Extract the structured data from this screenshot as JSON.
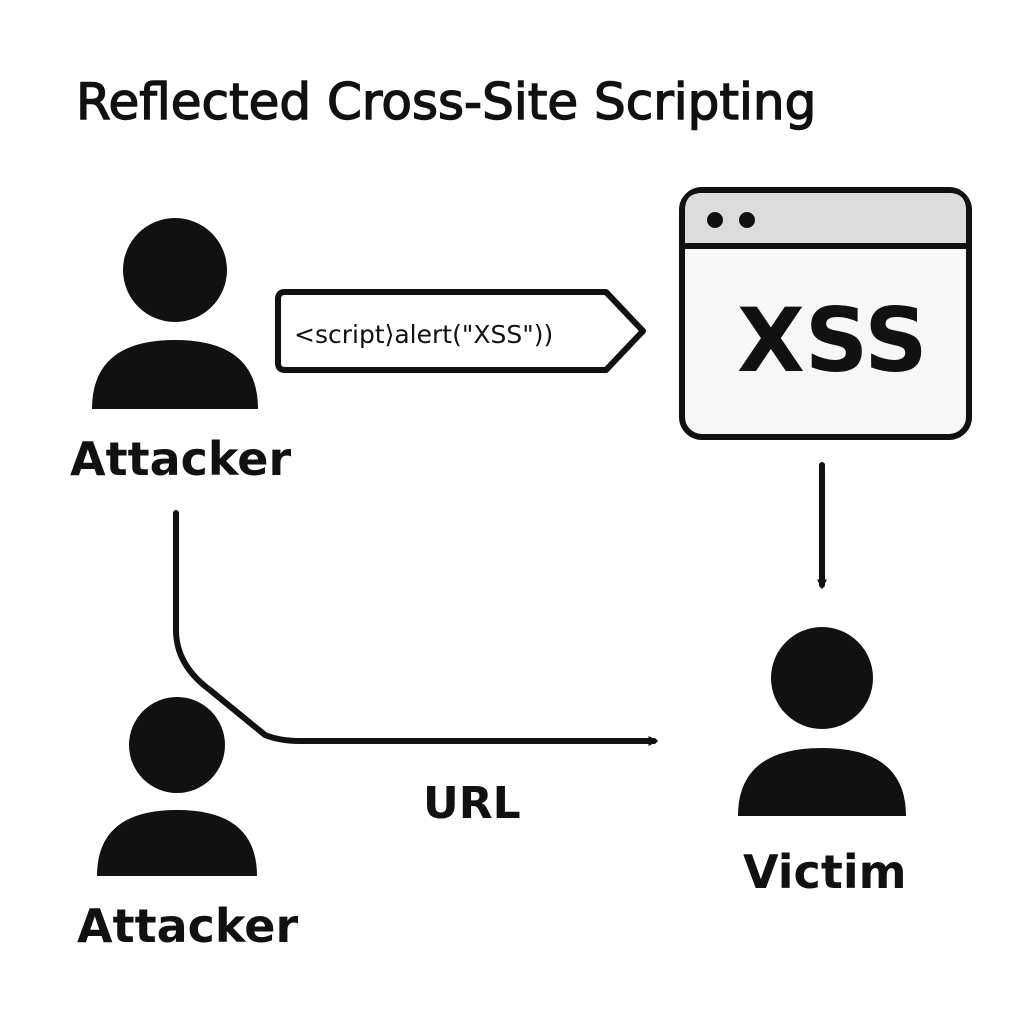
{
  "title": "Reflected Cross-Site Scripting",
  "actors": {
    "attacker_top": {
      "label": "Attacker",
      "icon": "person-icon"
    },
    "attacker_bottom": {
      "label": "Attacker",
      "icon": "person-icon"
    },
    "victim": {
      "label": "Victim",
      "icon": "person-icon"
    }
  },
  "payload": {
    "text": "<script⟩alert(\"XSS\"))"
  },
  "browser": {
    "text": "XSS",
    "icon": "browser-window-icon"
  },
  "edges": {
    "url_label": "URL"
  },
  "colors": {
    "ink": "#111111",
    "browser_bar": "#dcdcdc",
    "browser_body": "#f7f7f7",
    "background": "#ffffff"
  }
}
